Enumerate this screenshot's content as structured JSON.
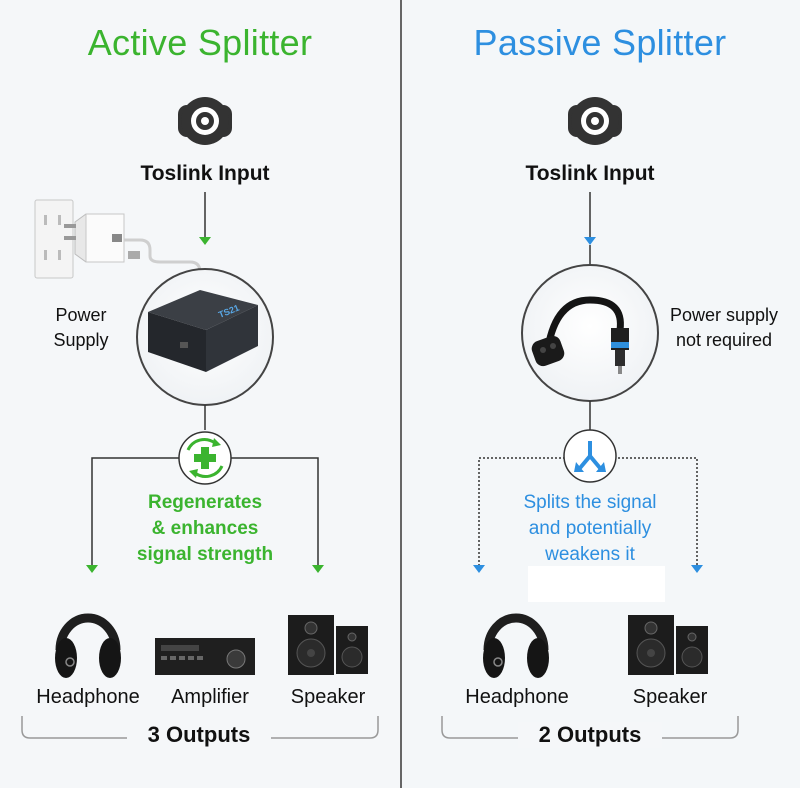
{
  "colors": {
    "active_green": "#3bb42f",
    "passive_blue": "#2d8fe0",
    "line": "#333333"
  },
  "active": {
    "title": "Active Splitter",
    "input_label": "Toslink Input",
    "power_label_line1": "Power",
    "power_label_line2": "Supply",
    "device_text": "TS21",
    "feature_line1": "Regenerates",
    "feature_line2": "& enhances",
    "feature_line3": "signal strength",
    "devices": [
      "Headphone",
      "Amplifier",
      "Speaker"
    ],
    "outputs_label": "3 Outputs",
    "icons": [
      "toslink-port-icon",
      "wall-outlet-icon",
      "usb-power-adapter-icon",
      "active-splitter-box-icon",
      "regenerate-plus-icon",
      "headphone-icon",
      "amplifier-icon",
      "speaker-icon"
    ]
  },
  "passive": {
    "title": "Passive Splitter",
    "input_label": "Toslink Input",
    "power_label_line1": "Power supply",
    "power_label_line2": "not required",
    "feature_line1": "Splits the signal",
    "feature_line2": "and potentially",
    "feature_line3": "weakens it",
    "devices": [
      "Headphone",
      "Speaker"
    ],
    "outputs_label": "2 Outputs",
    "icons": [
      "toslink-port-icon",
      "y-cable-icon",
      "split-arrow-icon",
      "headphone-icon",
      "speaker-icon"
    ]
  }
}
